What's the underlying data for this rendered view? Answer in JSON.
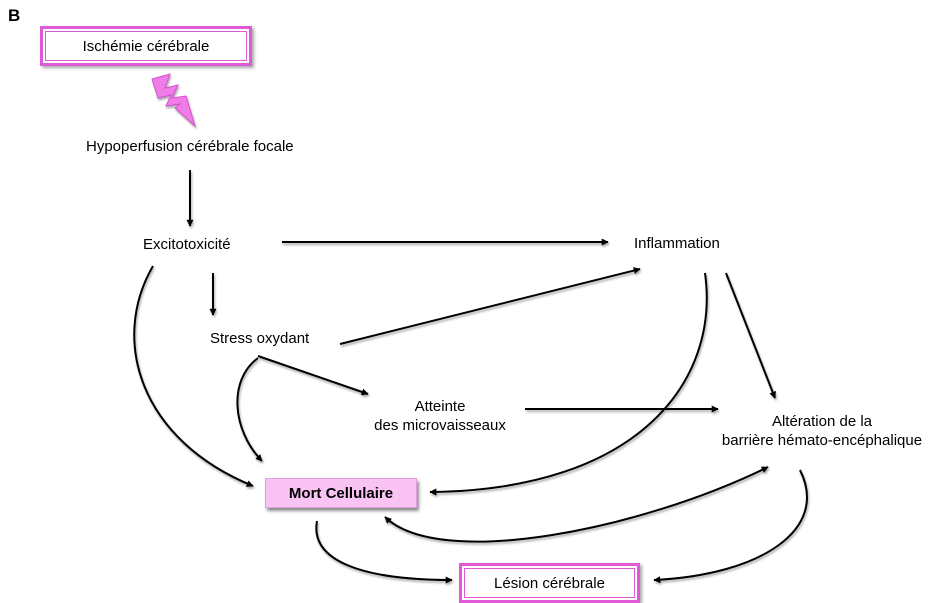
{
  "panel_label": "B",
  "nodes": {
    "ischemie": "Ischémie cérébrale",
    "hypoperfusion": "Hypoperfusion cérébrale focale",
    "excitotoxicite": "Excitotoxicité",
    "inflammation": "Inflammation",
    "stress": "Stress oxydant",
    "atteinte_line1": "Atteinte",
    "atteinte_line2": "des microvaisseaux",
    "alteration_line1": "Altération de la",
    "alteration_line2": "barrière hémato-encéphalique",
    "mort": "Mort Cellulaire",
    "lesion": "Lésion cérébrale"
  },
  "colors": {
    "box_border": "#e05ad8",
    "mort_fill": "#f9c3f4",
    "lightning_fill": "#f07ce8",
    "arrow": "#000000"
  },
  "icons": {
    "lightning": "lightning-bolt-icon"
  }
}
